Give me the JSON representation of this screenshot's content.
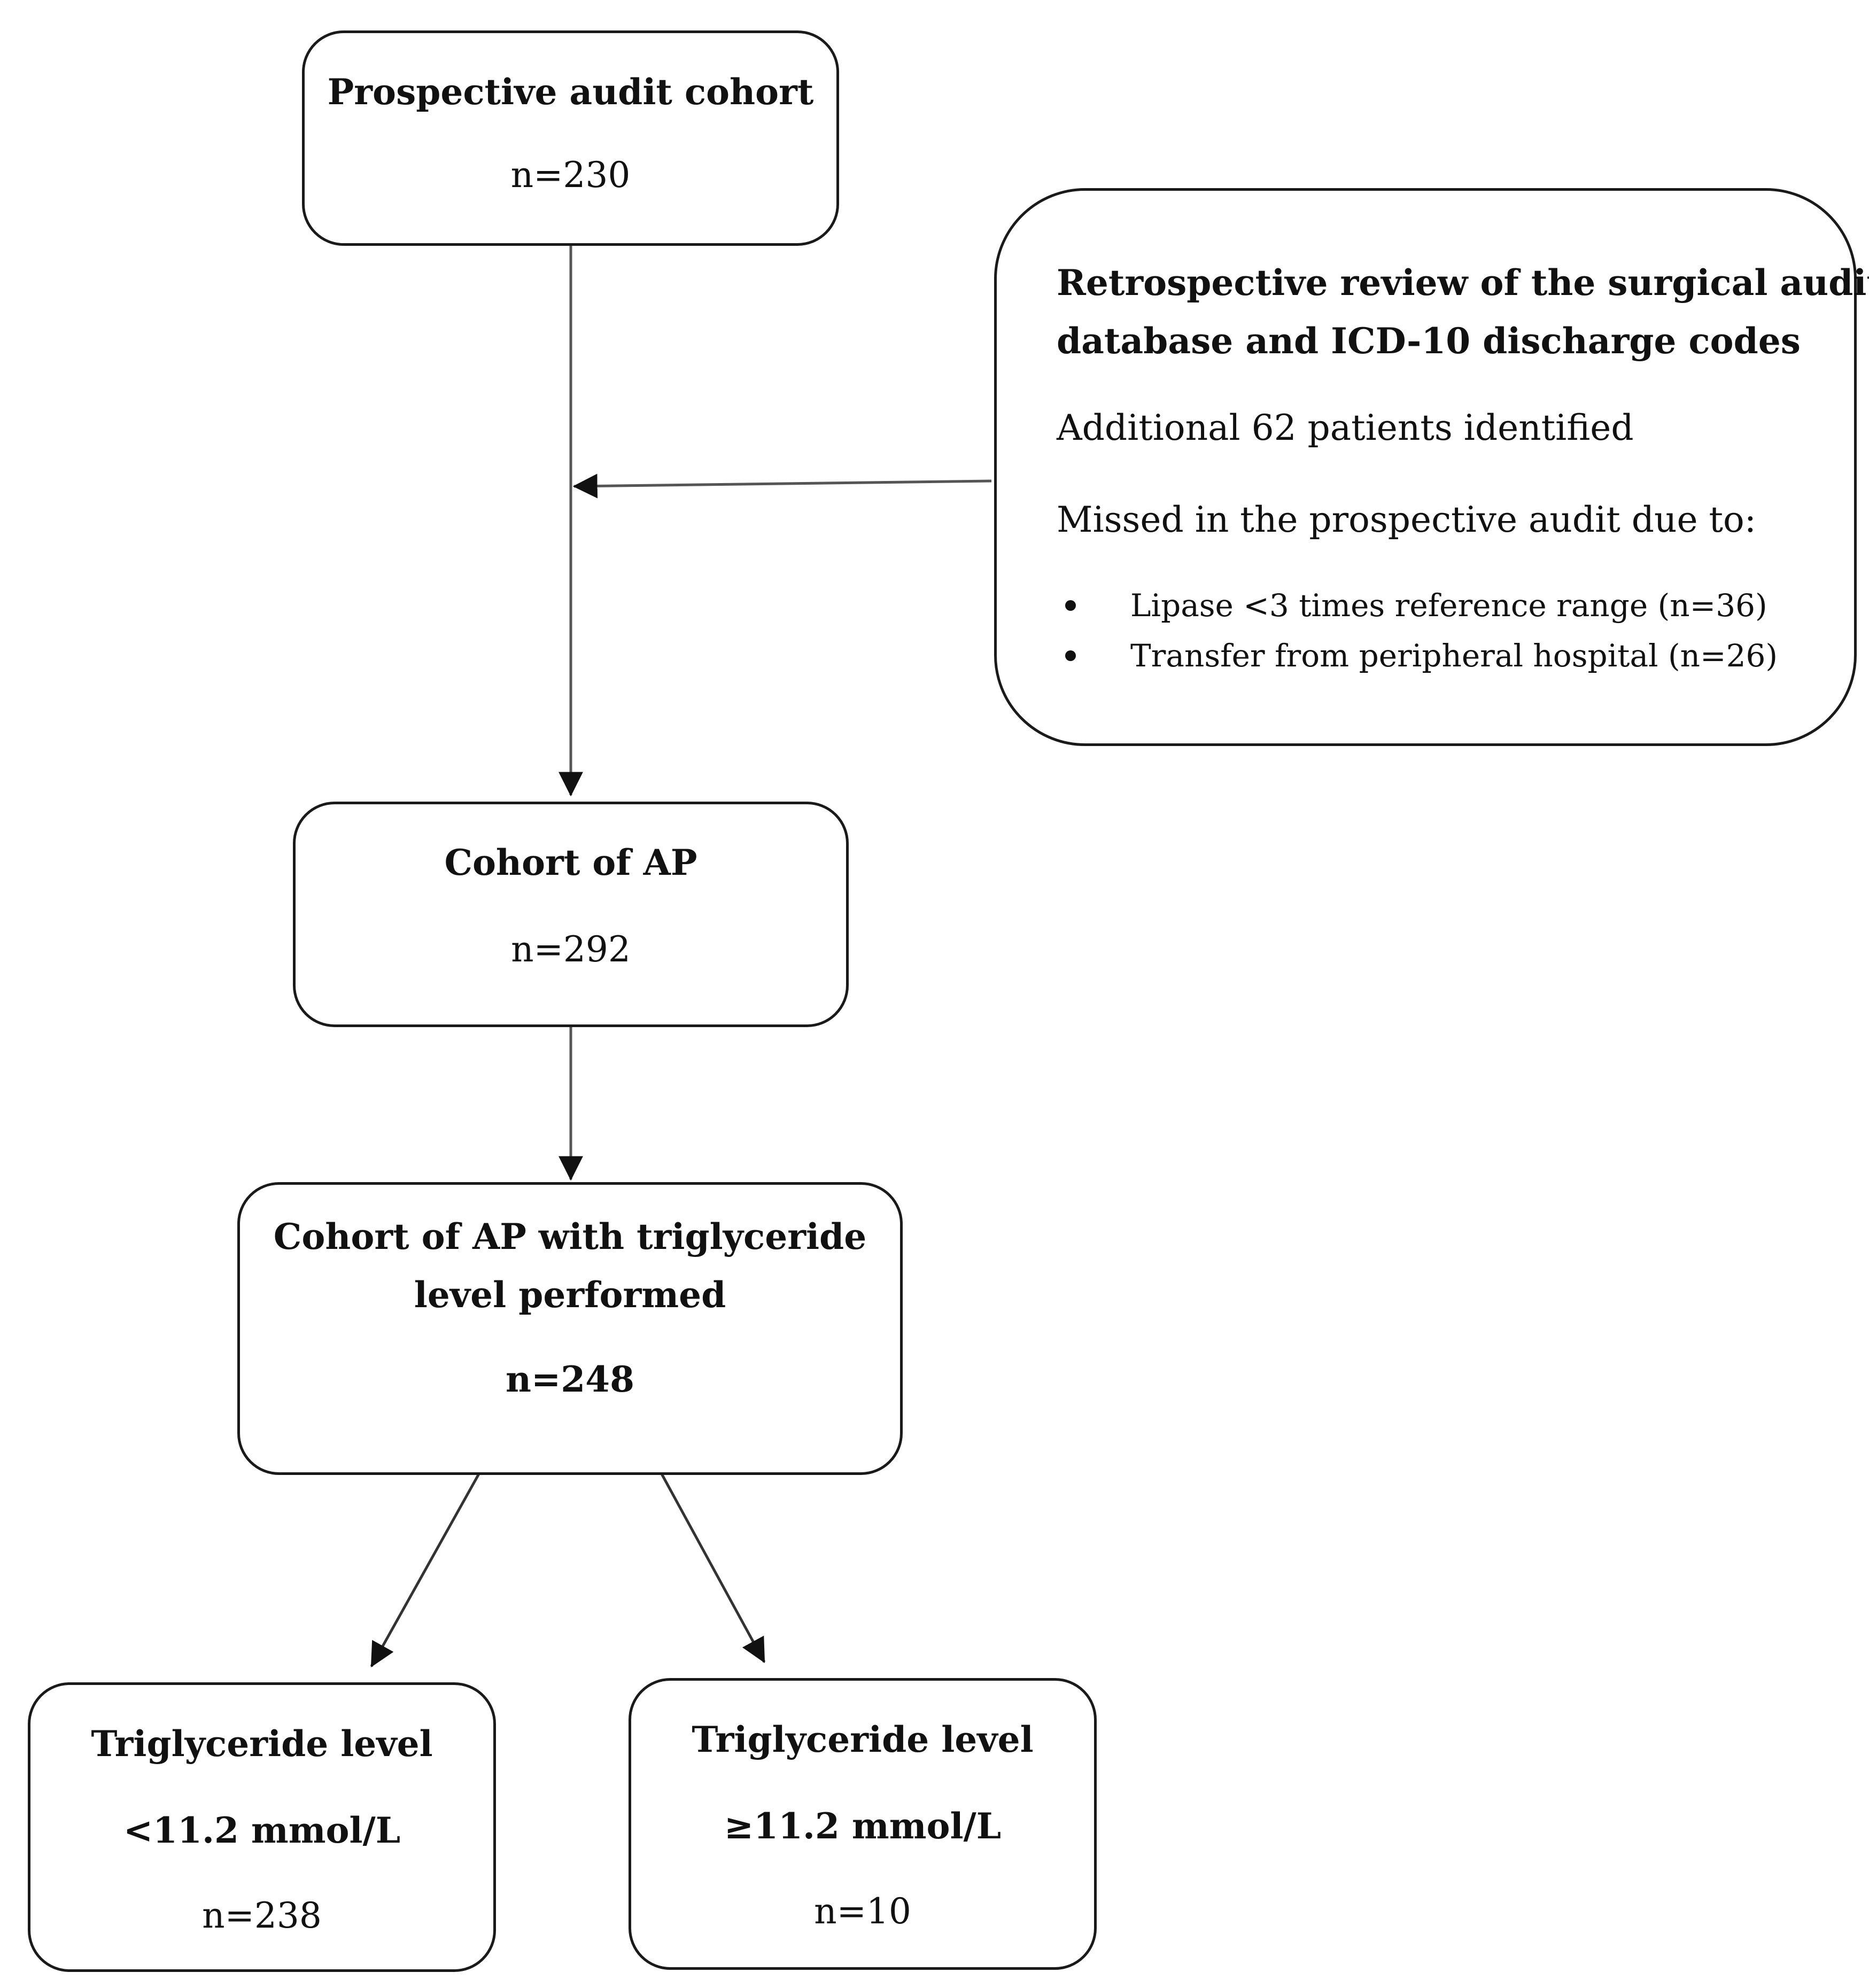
{
  "boxes": {
    "prospective": {
      "title": "Prospective audit cohort",
      "n": "n=230"
    },
    "retrospective": {
      "title_line1": "Retrospective review of the surgical audit",
      "title_line2": "database and ICD-10 discharge codes",
      "additional": "Additional 62 patients identified",
      "missed": "Missed in the prospective audit due to:",
      "bullets": [
        "Lipase <3 times reference range (n=36)",
        "Transfer from peripheral hospital (n=26)"
      ]
    },
    "cohort_ap": {
      "title": "Cohort of AP",
      "n": "n=292"
    },
    "cohort_tg": {
      "title_line1": "Cohort of AP with triglyceride",
      "title_line2": "level performed",
      "n": "n=248"
    },
    "tg_low": {
      "title": "Triglyceride level",
      "threshold": "<11.2 mmol/L",
      "n": "n=238"
    },
    "tg_high": {
      "title": "Triglyceride level",
      "threshold": "≥11.2 mmol/L",
      "n": "n=10"
    }
  }
}
